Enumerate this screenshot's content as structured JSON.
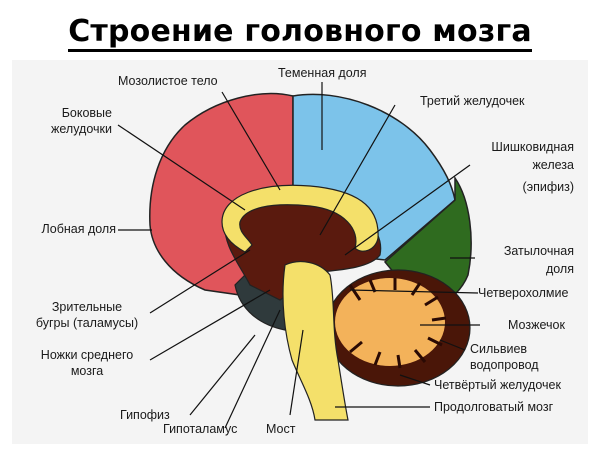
{
  "title": "Строение головного мозга",
  "colors": {
    "frontal": "#e0555b",
    "parietal": "#7cc3ea",
    "occipital": "#2f6b1f",
    "corpus_callosum": "#f4e06a",
    "thalamus": "#5a1a0e",
    "cerebellum_outer": "#4a1608",
    "cerebellum_inner": "#f3b25a",
    "brainstem": "#f4e06a",
    "lower": "#2f3a3c"
  },
  "labels": {
    "corpus_callosum": "Мозолистое тело",
    "parietal_lobe": "Теменная доля",
    "lateral_ventricles_1": "Боковые",
    "lateral_ventricles_2": "желудочки",
    "third_ventricle": "Третий желудочек",
    "pineal_1": "Шишковидная",
    "pineal_2": "железа",
    "pineal_3": "(эпифиз)",
    "frontal_lobe": "Лобная доля",
    "occipital_1": "Затылочная",
    "occipital_2": "доля",
    "quadrigemina": "Четверохолмие",
    "thalamus_1": "Зрительные",
    "thalamus_2": "бугры (таламусы)",
    "cerebellum": "Мозжечок",
    "peduncles_1": "Ножки среднего",
    "peduncles_2": "мозга",
    "aqueduct_1": "Сильвиев",
    "aqueduct_2": "водопровод",
    "fourth_ventricle": "Четвёртый желудочек",
    "pituitary": "Гипофиз",
    "medulla": "Продолговатый мозг",
    "hypothalamus": "Гипоталамус",
    "pons": "Мост"
  }
}
